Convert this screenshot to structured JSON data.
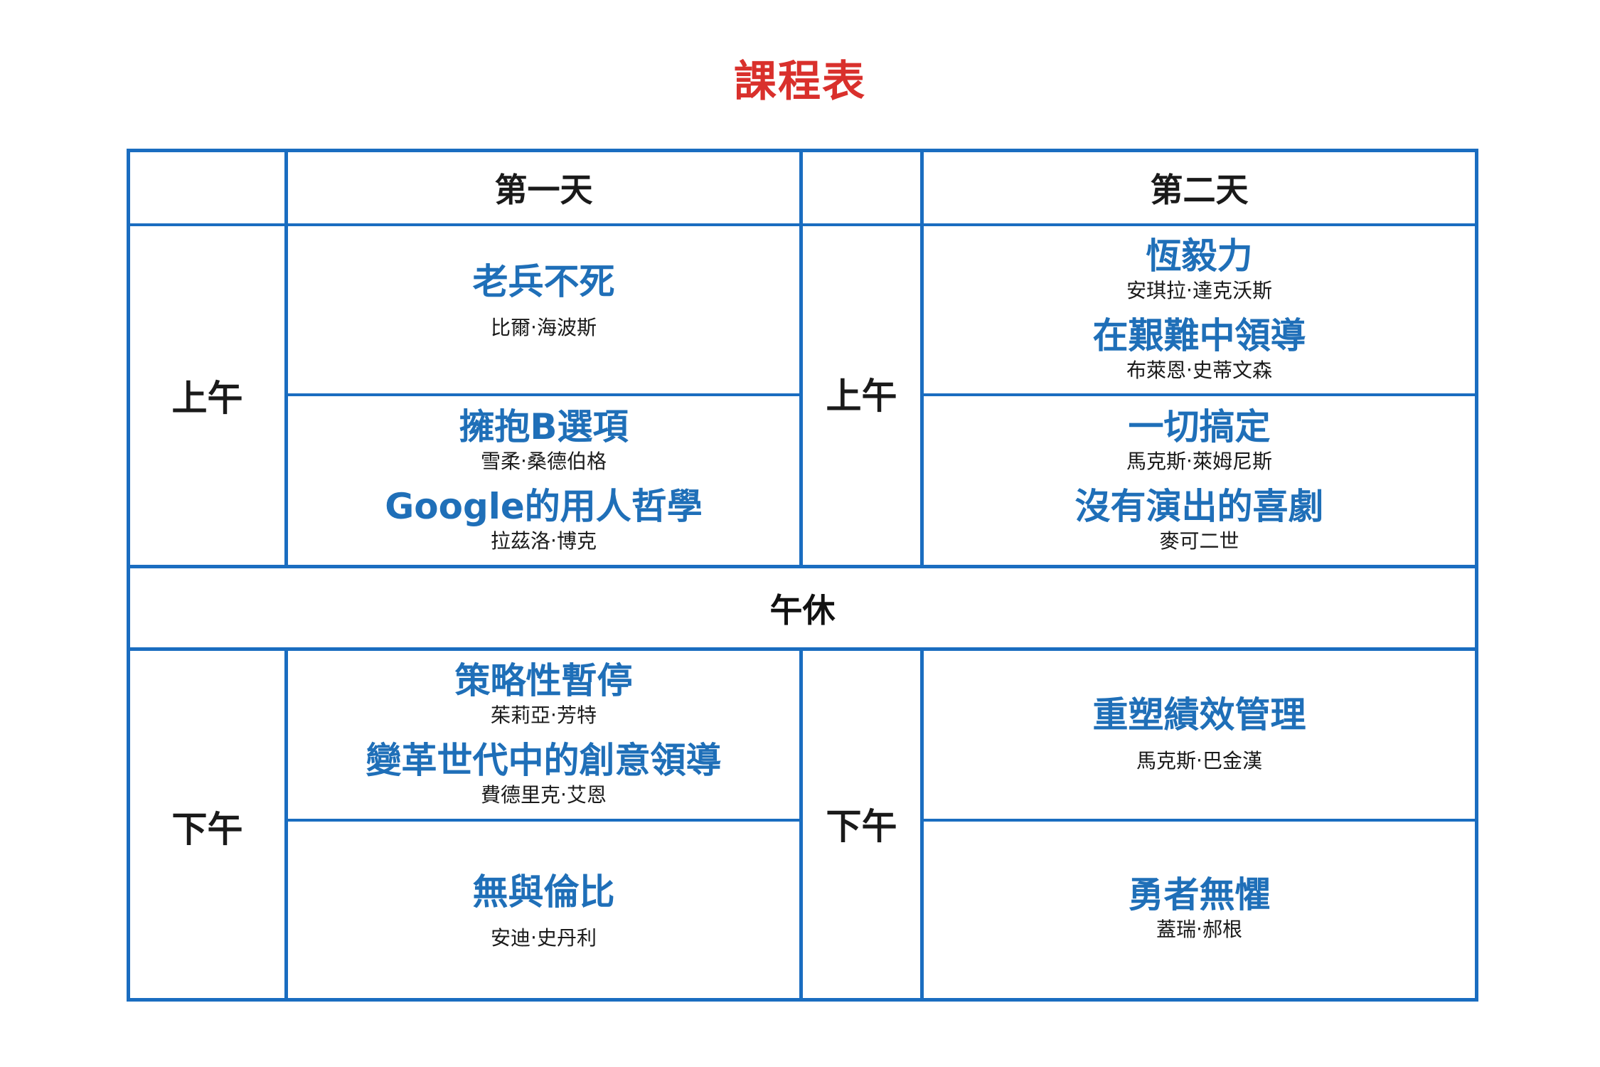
{
  "title": "課程表",
  "header": {
    "day1": "第一天",
    "day2": "第二天"
  },
  "periods": {
    "am": "上午",
    "pm": "下午",
    "lunch": "午休"
  },
  "colors": {
    "title": "#d9302c",
    "grid": "#1a6dc0",
    "course_title": "#1f6fb8",
    "text": "#1a1a1a"
  },
  "day1": {
    "am_top": [
      {
        "title": "老兵不死",
        "speaker": "比爾‧海波斯"
      }
    ],
    "am_bottom": [
      {
        "title": "擁抱B選項",
        "speaker": "雪柔‧桑德伯格"
      },
      {
        "title": "Google的用人哲學",
        "speaker": "拉茲洛‧博克"
      }
    ],
    "pm_top": [
      {
        "title": "策略性暫停",
        "speaker": "茱莉亞‧芳特"
      },
      {
        "title": "變革世代中的創意領導",
        "speaker": "費德里克‧艾恩"
      }
    ],
    "pm_bottom": [
      {
        "title": "無與倫比",
        "speaker": "安迪‧史丹利"
      }
    ]
  },
  "day2": {
    "am_top": [
      {
        "title": "恆毅力",
        "speaker": "安琪拉‧達克沃斯"
      },
      {
        "title": "在艱難中領導",
        "speaker": "布萊恩‧史蒂文森"
      }
    ],
    "am_bottom": [
      {
        "title": "一切搞定",
        "speaker": "馬克斯‧萊姆尼斯"
      },
      {
        "title": "沒有演出的喜劇",
        "speaker": "麥可二世"
      }
    ],
    "pm_top": [
      {
        "title": "重塑績效管理",
        "speaker": "馬克斯‧巴金漢"
      }
    ],
    "pm_bottom": [
      {
        "title": "勇者無懼",
        "speaker": "蓋瑞‧郝根"
      }
    ]
  }
}
